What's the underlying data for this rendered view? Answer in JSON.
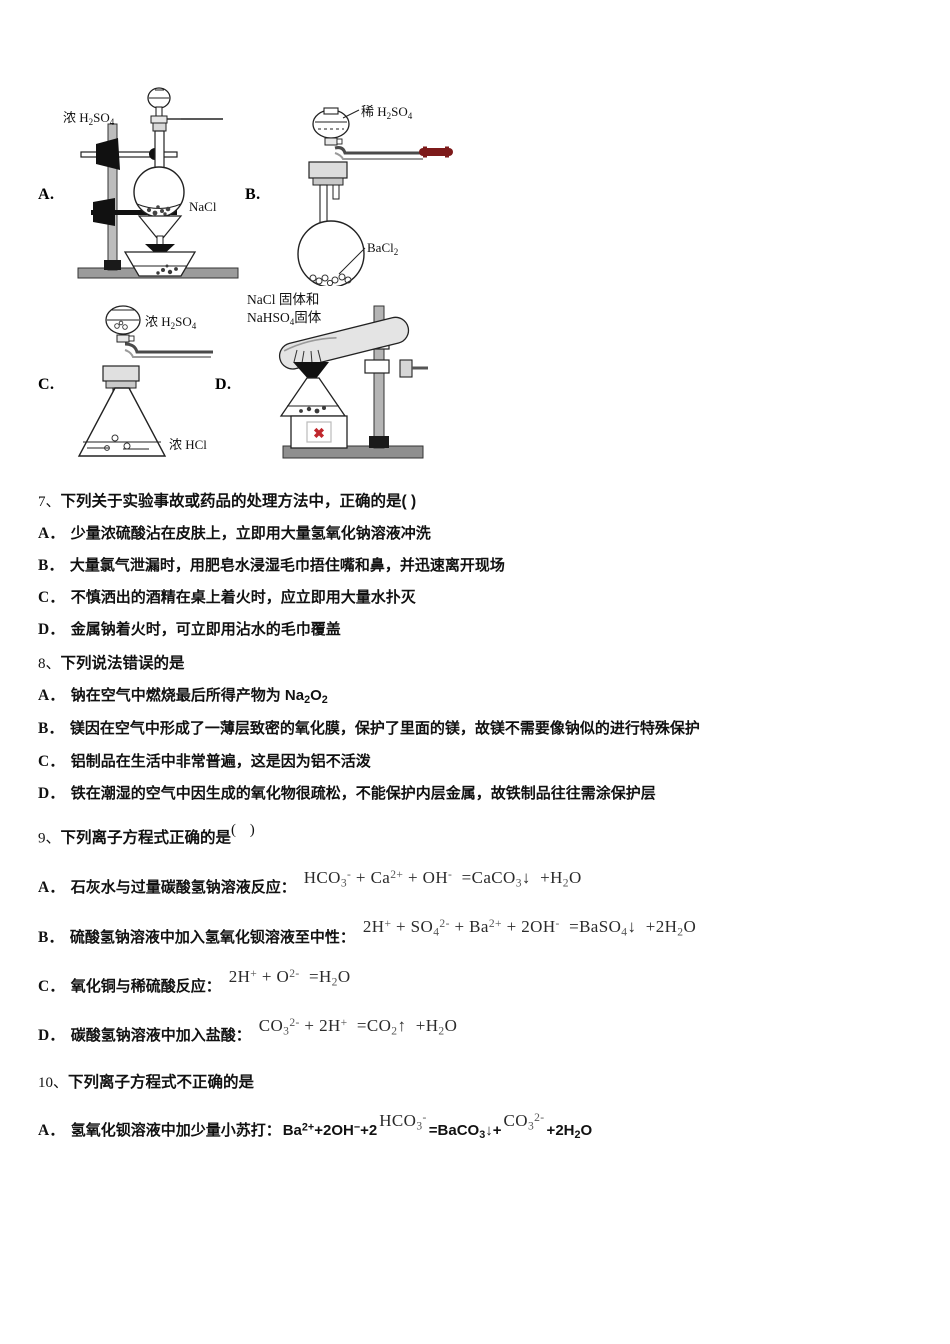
{
  "figure": {
    "options": [
      {
        "label": "A.",
        "name": "apparatus-a",
        "annotations": [
          "浓 H₂SO₄",
          "NaCl"
        ],
        "reagent_top": "浓 H2SO4",
        "reagent_solid": "NaCl"
      },
      {
        "label": "B.",
        "name": "apparatus-b",
        "annotations": [
          "稀 H₂SO₄",
          "BaCl₂"
        ],
        "reagent_top": "稀 H2SO4",
        "reagent_solid": "BaCl2"
      },
      {
        "label": "C.",
        "name": "apparatus-c",
        "annotations": [
          "浓 H₂SO₄",
          "浓 HCl"
        ],
        "reagent_top": "浓 H2SO4",
        "reagent_liquid": "浓 HCl"
      },
      {
        "label": "D.",
        "name": "apparatus-d",
        "annotations": [
          "NaCl 固体和",
          "NaHSO₄固体"
        ],
        "reagent_solid_line1": "NaCl 固体和",
        "reagent_solid_line2": "NaHSO4固体"
      }
    ],
    "label_a": "A.",
    "label_b": "B.",
    "label_c": "C.",
    "label_d": "D.",
    "ann_a_acid": "浓 H",
    "ann_a_acid_sub1": "2",
    "ann_a_acid_mid": "SO",
    "ann_a_acid_sub2": "4",
    "ann_a_solid": "NaCl",
    "ann_b_acid": "稀 H",
    "ann_b_solid": "BaCl",
    "ann_b_solid_sub": "2",
    "ann_c_acid": "浓 H",
    "ann_c_liquid": "浓 HCl",
    "ann_d_line1": "NaCl 固体和",
    "ann_d_line2a": "NaHSO",
    "ann_d_line2sub": "4",
    "ann_d_line2b": "固体"
  },
  "questions": [
    {
      "number": "7、",
      "stem": "下列关于实验事故或药品的处理方法中，正确的是( )",
      "options": [
        {
          "label": "A．",
          "text": "少量浓硫酸沾在皮肤上，立即用大量氢氧化钠溶液冲洗"
        },
        {
          "label": "B．",
          "text": "大量氯气泄漏时，用肥皂水浸湿毛巾捂住嘴和鼻，并迅速离开现场"
        },
        {
          "label": "C．",
          "text": "不慎洒出的酒精在桌上着火时，应立即用大量水扑灭"
        },
        {
          "label": "D．",
          "text": "金属钠着火时，可立即用沾水的毛巾覆盖"
        }
      ]
    },
    {
      "number": "8、",
      "stem": "下列说法错误的是",
      "options": [
        {
          "label": "A．",
          "text_pre": "钠在空气中燃烧最后所得产物为 Na",
          "sub1": "2",
          "text_mid": "O",
          "sub2": "2",
          "text_post": ""
        },
        {
          "label": "B．",
          "text": "镁因在空气中形成了一薄层致密的氧化膜，保护了里面的镁，故镁不需要像钠似的进行特殊保护"
        },
        {
          "label": "C．",
          "text": "铝制品在生活中非常普遍，这是因为铝不活泼"
        },
        {
          "label": "D．",
          "text": "铁在潮湿的空气中因生成的氧化物很疏松，不能保护内层金属，故铁制品往往需涂保护层"
        }
      ]
    },
    {
      "number": "9、",
      "stem": "下列离子方程式正确的是",
      "stem_paren": "（  ）",
      "options": [
        {
          "label": "A．",
          "text": "石灰水与过量碳酸氢钠溶液反应：",
          "equation": "HCO3- + Ca2+ + OH- = CaCO3↓ + H2O"
        },
        {
          "label": "B．",
          "text": "硫酸氢钠溶液中加入氢氧化钡溶液至中性：",
          "equation": "2H+ + SO42- + Ba2+ + 2OH- = BaSO4↓ + 2H2O"
        },
        {
          "label": "C．",
          "text": "氧化铜与稀硫酸反应：",
          "equation": "2H+ + O2- = H2O"
        },
        {
          "label": "D．",
          "text": "碳酸氢钠溶液中加入盐酸：",
          "equation": "CO32- + 2H+ = CO2↑ + H2O"
        }
      ]
    },
    {
      "number": "10、",
      "stem": "下列离子方程式不正确的是",
      "options": [
        {
          "label": "A．",
          "text": "氢氧化钡溶液中加少量小苏打：",
          "equation": "Ba2+ + 2OH− + 2 HCO3- = BaCO3↓ + CO32- + 2H2O"
        }
      ]
    }
  ],
  "q7": {
    "num": "7、",
    "stem": "下列关于实验事故或药品的处理方法中，正确的是( )",
    "a_lab": "A．",
    "a": "少量浓硫酸沾在皮肤上，立即用大量氢氧化钠溶液冲洗",
    "b_lab": "B．",
    "b": "大量氯气泄漏时，用肥皂水浸湿毛巾捂住嘴和鼻，并迅速离开现场",
    "c_lab": "C．",
    "c": "不慎洒出的酒精在桌上着火时，应立即用大量水扑灭",
    "d_lab": "D．",
    "d": "金属钠着火时，可立即用沾水的毛巾覆盖"
  },
  "q8": {
    "num": "8、",
    "stem": "下列说法错误的是",
    "a_lab": "A．",
    "a_pre": "钠在空气中燃烧最后所得产物为 Na",
    "a_sub1": "2",
    "a_mid": "O",
    "a_sub2": "2",
    "b_lab": "B．",
    "b": "镁因在空气中形成了一薄层致密的氧化膜，保护了里面的镁，故镁不需要像钠似的进行特殊保护",
    "c_lab": "C．",
    "c": "铝制品在生活中非常普遍，这是因为铝不活泼",
    "d_lab": "D．",
    "d": "铁在潮湿的空气中因生成的氧化物很疏松，不能保护内层金属，故铁制品往往需涂保护层"
  },
  "q9": {
    "num": "9、",
    "stem": "下列离子方程式正确的是",
    "paren": "(   )",
    "a_lab": "A．",
    "a": "石灰水与过量碳酸氢钠溶液反应：",
    "b_lab": "B．",
    "b": "硫酸氢钠溶液中加入氢氧化钡溶液至中性：",
    "c_lab": "C．",
    "c": "氧化铜与稀硫酸反应：",
    "d_lab": "D．",
    "d": "碳酸氢钠溶液中加入盐酸："
  },
  "q10": {
    "num": "10、",
    "stem": "下列离子方程式不正确的是",
    "a_lab": "A．",
    "a": "氢氧化钡溶液中加少量小苏打："
  },
  "eq": {
    "hco3": "HCO",
    "hco3_sub": "3",
    "hco3_sup": "-",
    "ca": "Ca",
    "ca_sup": "2+",
    "oh": "OH",
    "oh_sup": "-",
    "caco3": "CaCO",
    "caco3_sub": "3",
    "h2o": "H",
    "h2o_sub": "2",
    "h2o_o": "O",
    "h_plus": "H",
    "h_sup": "+",
    "so4": "SO",
    "so4_sub": "4",
    "so4_sup": "2-",
    "ba": "Ba",
    "ba_sup": "2+",
    "baso4": "BaSO",
    "baso4_sub": "4",
    "o2minus": "O",
    "o2minus_sup": "2-",
    "co3": "CO",
    "co3_sub": "3",
    "co3_sup": "2-",
    "co2": "CO",
    "co2_sub": "2",
    "baco3": "BaCO",
    "baco3_sub": "3",
    "plus": "+",
    "equals": "=",
    "down": "↓",
    "up": "↑",
    "two": "2",
    "twoh": "2H",
    "minus": "−"
  },
  "colors": {
    "text": "#111111",
    "math": "#2a2a2a",
    "stand_gray": "#8a8a8a",
    "clamp_black": "#1a1a1a",
    "tube_red": "#7d1a1a",
    "x_red": "#c0272d",
    "base_gray": "#9b9b9b"
  }
}
